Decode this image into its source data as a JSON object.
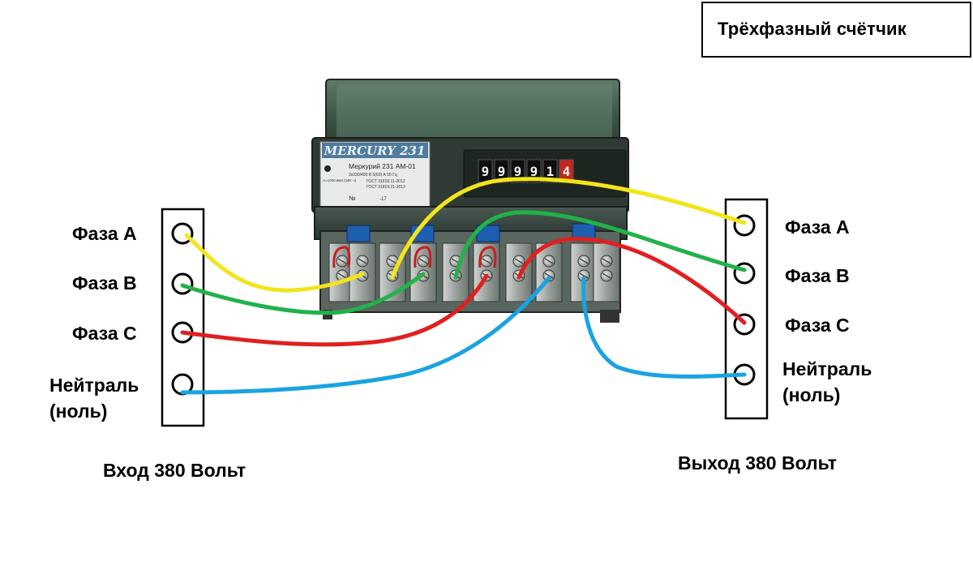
{
  "title": "Трёхфазный счётчик",
  "meter": {
    "brand": "MERCURY 231",
    "model": "Меркурий 231 АМ-01",
    "spec_line1": "3х230/400 В   5(60) А   50 Гц",
    "spec_line2": "ГОСТ 31818.11-2012",
    "spec_line3": "ГОСТ 31819.21-2012",
    "impulse": "А=1000 имп./(кВт·ч)",
    "serial_label": "№",
    "year": "-17",
    "odometer": [
      "9",
      "9",
      "9",
      "9",
      "1",
      "4"
    ]
  },
  "input": {
    "labels": [
      "Фаза А",
      "Фаза В",
      "Фаза С",
      "Нейтраль",
      "(ноль)"
    ],
    "caption": "Вход 380 Вольт"
  },
  "output": {
    "labels": [
      "Фаза А",
      "Фаза В",
      "Фаза С",
      "Нейтраль",
      "(ноль)"
    ],
    "caption": "Выход 380 Вольт"
  },
  "colors": {
    "phase_a": "#f2e51a",
    "phase_b": "#21b24a",
    "phase_c": "#e0201f",
    "neutral": "#1aa3e0"
  }
}
